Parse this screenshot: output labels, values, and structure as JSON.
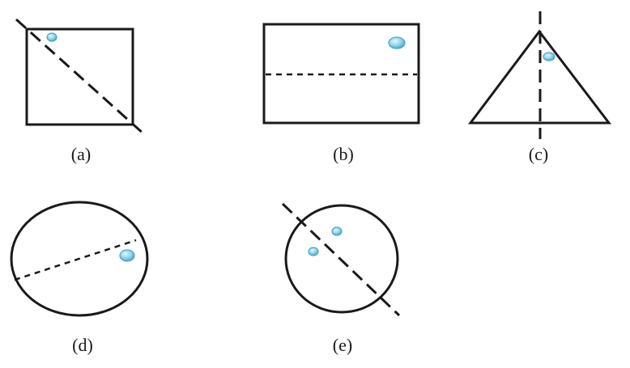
{
  "panels": {
    "a": {
      "label": "(a)"
    },
    "b": {
      "label": "(b)"
    },
    "c": {
      "label": "(c)"
    },
    "d": {
      "label": "(d)"
    },
    "e": {
      "label": "(e)"
    }
  },
  "colors": {
    "outline": "#1a1a1a",
    "droplet_light": "#e6f7fc",
    "droplet_mid": "#8fd3ea",
    "droplet_dark": "#3f9fc4"
  }
}
